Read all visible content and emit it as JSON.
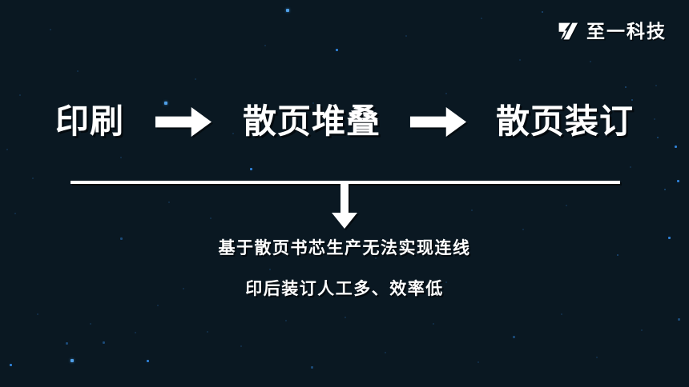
{
  "slide": {
    "background_color": "#0a1822",
    "foreground_color": "#ffffff",
    "star_color": "#2e7fd4"
  },
  "logo": {
    "mark_name": "zhiyi-z-mark",
    "text": "至一科技"
  },
  "flow": {
    "steps": [
      {
        "label": "印刷"
      },
      {
        "label": "散页堆叠"
      },
      {
        "label": "散页装订"
      }
    ],
    "connector_icon": "arrow-right-icon",
    "down_connector_icon": "arrow-down-icon"
  },
  "conclusion": {
    "lines": [
      "基于散页书芯生产无法实现连线",
      "印后装订人工多、效率低"
    ]
  }
}
